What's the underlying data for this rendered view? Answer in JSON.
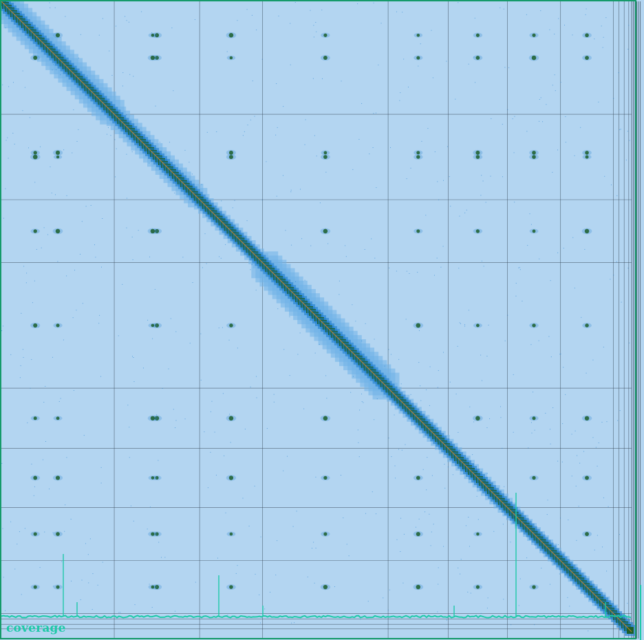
{
  "viewer": {
    "coverage_label": "coverage"
  },
  "colors": {
    "background": "#b3d5f1",
    "contact_low": "#70b2e8",
    "contact_mid": "#1f7ed1",
    "contact_high": "#1c5e2a",
    "contact_peak": "#d9852b",
    "grid_line": "#3a4a5a",
    "coverage_track": "#1ec9a8",
    "frame_border": "#159a6a"
  },
  "scaffolds": {
    "count": 12,
    "relative_lengths": [
      0.197,
      0.149,
      0.11,
      0.219,
      0.105,
      0.103,
      0.093,
      0.092,
      0.01,
      0.009,
      0.008,
      0.005
    ]
  }
}
